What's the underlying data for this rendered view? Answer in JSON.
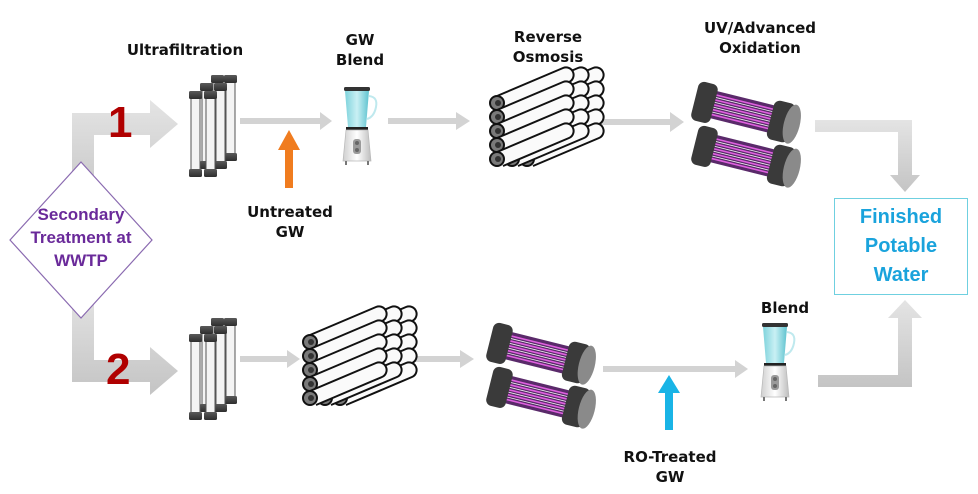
{
  "source_node": {
    "label": "Secondary\nTreatment at\nWWTP",
    "color": "#6a2a9a"
  },
  "output_node": {
    "label": "Finished\nPotable\nWater",
    "color": "#1aa3dc",
    "border_color": "#6fd0e0"
  },
  "paths": [
    {
      "number": "1",
      "steps": [
        {
          "label": "Ultrafiltration",
          "icon": "ultrafiltration-modules-icon"
        },
        {
          "label": "GW\nBlend",
          "icon": "blender-icon"
        },
        {
          "label": "Reverse\nOsmosis",
          "icon": "reverse-osmosis-membranes-icon"
        },
        {
          "label": "UV/Advanced\nOxidation",
          "icon": "uv-reactor-icon"
        }
      ],
      "input": {
        "label": "Untreated\nGW",
        "color": "#f07c1f"
      }
    },
    {
      "number": "2",
      "steps": [
        {
          "label": "",
          "icon": "ultrafiltration-modules-icon"
        },
        {
          "label": "",
          "icon": "reverse-osmosis-membranes-icon"
        },
        {
          "label": "",
          "icon": "uv-reactor-icon"
        },
        {
          "label": "Blend",
          "icon": "blender-icon"
        }
      ],
      "input": {
        "label": "RO-Treated\nGW",
        "color": "#19b4e6"
      }
    }
  ],
  "colors": {
    "path_number": "#b00000",
    "arrow": "#d2d2d2"
  }
}
